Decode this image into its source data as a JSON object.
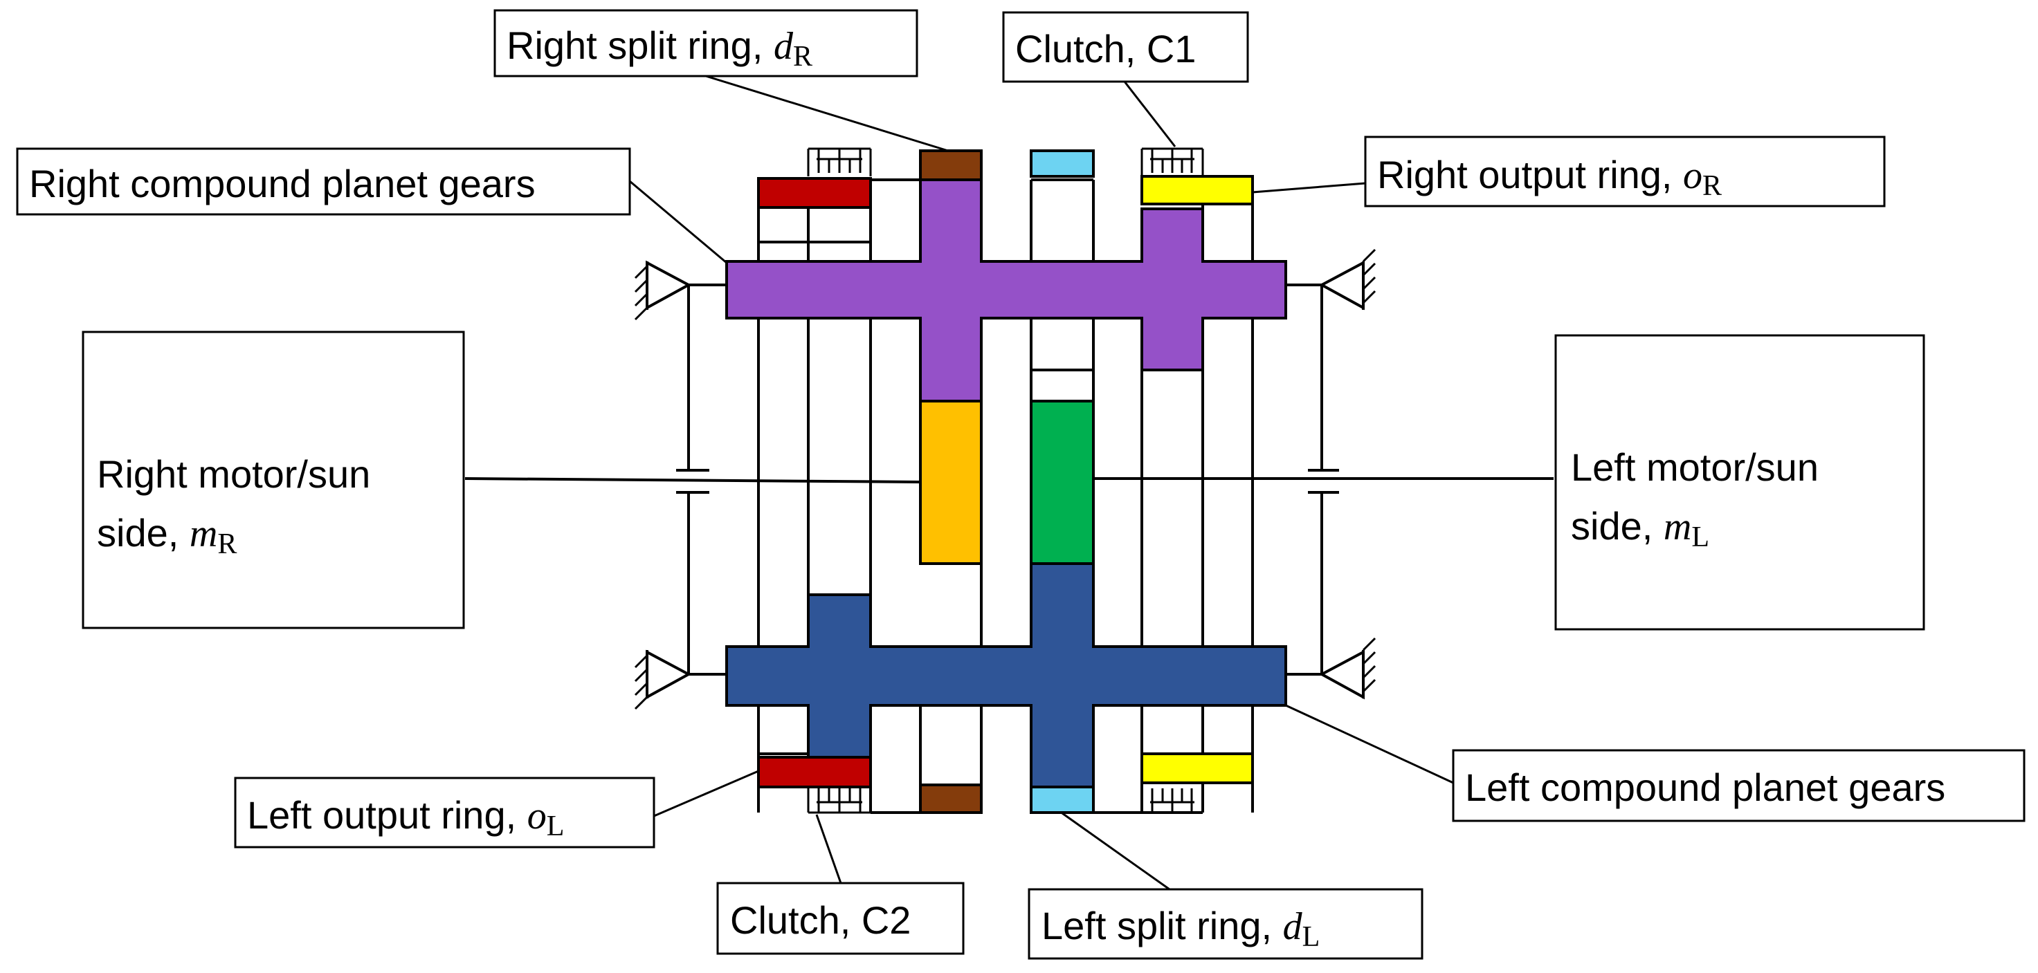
{
  "labels": {
    "right_split_ring": {
      "text": "Right split ring, ",
      "sym": "d",
      "sub": "R"
    },
    "clutch_c1": {
      "text": "Clutch, C1"
    },
    "right_compound": {
      "text": "Right compound planet gears"
    },
    "right_output_ring": {
      "text": "Right output ring, ",
      "sym": "o",
      "sub": "R"
    },
    "right_motor": {
      "line1": "Right motor/sun",
      "line2": "side, ",
      "sym": "m",
      "sub": "R"
    },
    "left_motor": {
      "line1": "Left motor/sun",
      "line2": "side, ",
      "sym": "m",
      "sub": "L"
    },
    "left_output_ring": {
      "text": "Left output ring, ",
      "sym": "o",
      "sub": "L"
    },
    "left_compound": {
      "text": "Left compound planet gears"
    },
    "clutch_c2": {
      "text": "Clutch, C2"
    },
    "left_split_ring": {
      "text": "Left split ring, ",
      "sym": "d",
      "sub": "L"
    }
  },
  "colors": {
    "right_compound_planet": "#9551C8",
    "left_compound_planet": "#2F5597",
    "right_sun_gear": "#FFC000",
    "left_sun_gear": "#00B050",
    "red_ring": "#C00000",
    "yellow_ring": "#FFFF00",
    "brown_ring": "#843C0C",
    "cyan_ring": "#6DD3F2"
  }
}
